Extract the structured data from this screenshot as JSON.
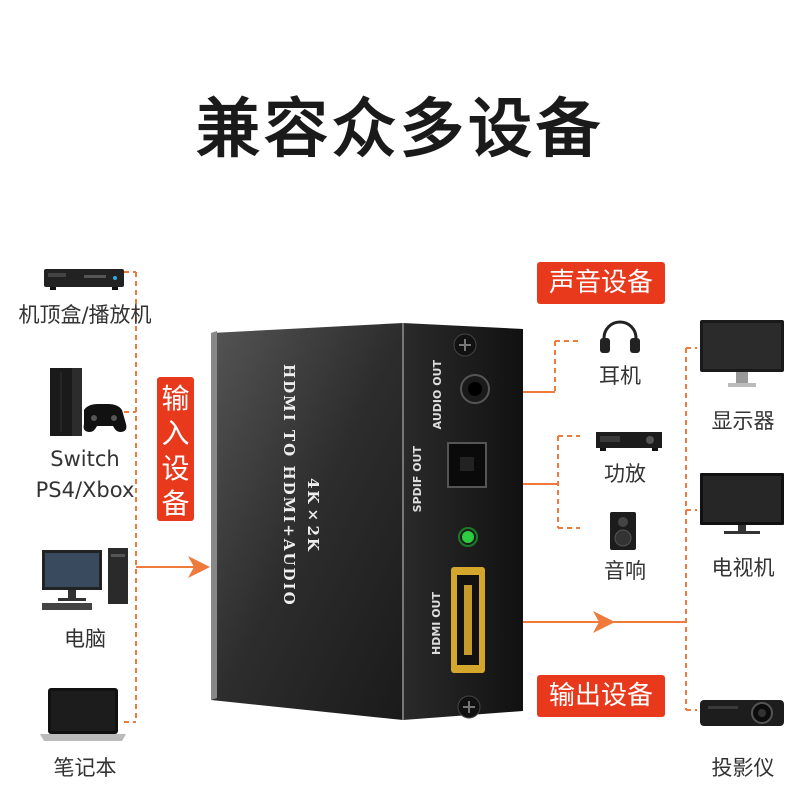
{
  "title": "兼容众多设备",
  "badges": {
    "input": "输入设备",
    "audio": "声音设备",
    "output": "输出设备"
  },
  "inputs": {
    "settop": "机顶盒/播放机",
    "console": [
      "Switch",
      "PS4/Xbox"
    ],
    "pc": "电脑",
    "laptop": "笔记本"
  },
  "audio_devices": {
    "headphones": "耳机",
    "amplifier": "功放",
    "speaker": "音响"
  },
  "outputs": {
    "monitor": "显示器",
    "tv": "电视机",
    "projector": "投影仪"
  },
  "product": {
    "line1": "HDMI TO HDMI+AUDIO",
    "line2": "4K×2K",
    "port_audio": "AUDIO OUT",
    "port_spdif": "SPDIF OUT",
    "port_hdmi": "HDMI OUT"
  },
  "colors": {
    "accent": "#e8391d",
    "line": "#f07a3c"
  }
}
